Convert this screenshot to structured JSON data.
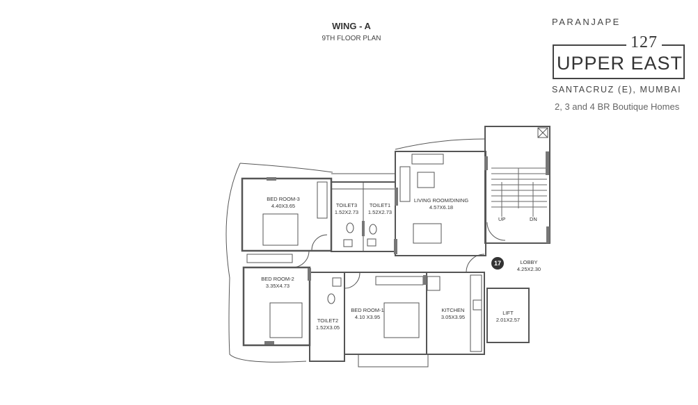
{
  "header": {
    "title": "WING - A",
    "subtitle": "9TH FLOOR PLAN"
  },
  "brand": {
    "developer": "PARANJAPE",
    "number": "127",
    "project": "UPPER EAST",
    "location": "SANTACRUZ (E), MUMBAI",
    "tagline": "2, 3 and 4 BR Boutique Homes"
  },
  "rooms": {
    "bedroom3": {
      "name": "BED ROOM-3",
      "size": "4.40X3.65"
    },
    "toilet3": {
      "name": "TOILET3",
      "size": "1.52X2.73"
    },
    "toilet1": {
      "name": "TOILET1",
      "size": "1.52X2.73"
    },
    "living": {
      "name": "LIVING ROOM/DINING",
      "size": "4.57X6.18"
    },
    "bedroom2": {
      "name": "BED ROOM-2",
      "size": "3.35X4.73"
    },
    "toilet2": {
      "name": "TOILET2",
      "size": "1.52X3.05"
    },
    "bedroom1": {
      "name": "BED ROOM-1",
      "size": "4.10 X3.95"
    },
    "kitchen": {
      "name": "KITCHEN",
      "size": "3.05X3.95"
    },
    "lobby": {
      "name": "LOBBY",
      "size": "4.25X2.30"
    },
    "lift": {
      "name": "LIFT",
      "size": "2.01X2.57"
    }
  },
  "stairs": {
    "up": "UP",
    "down": "DN"
  },
  "badge": "17"
}
